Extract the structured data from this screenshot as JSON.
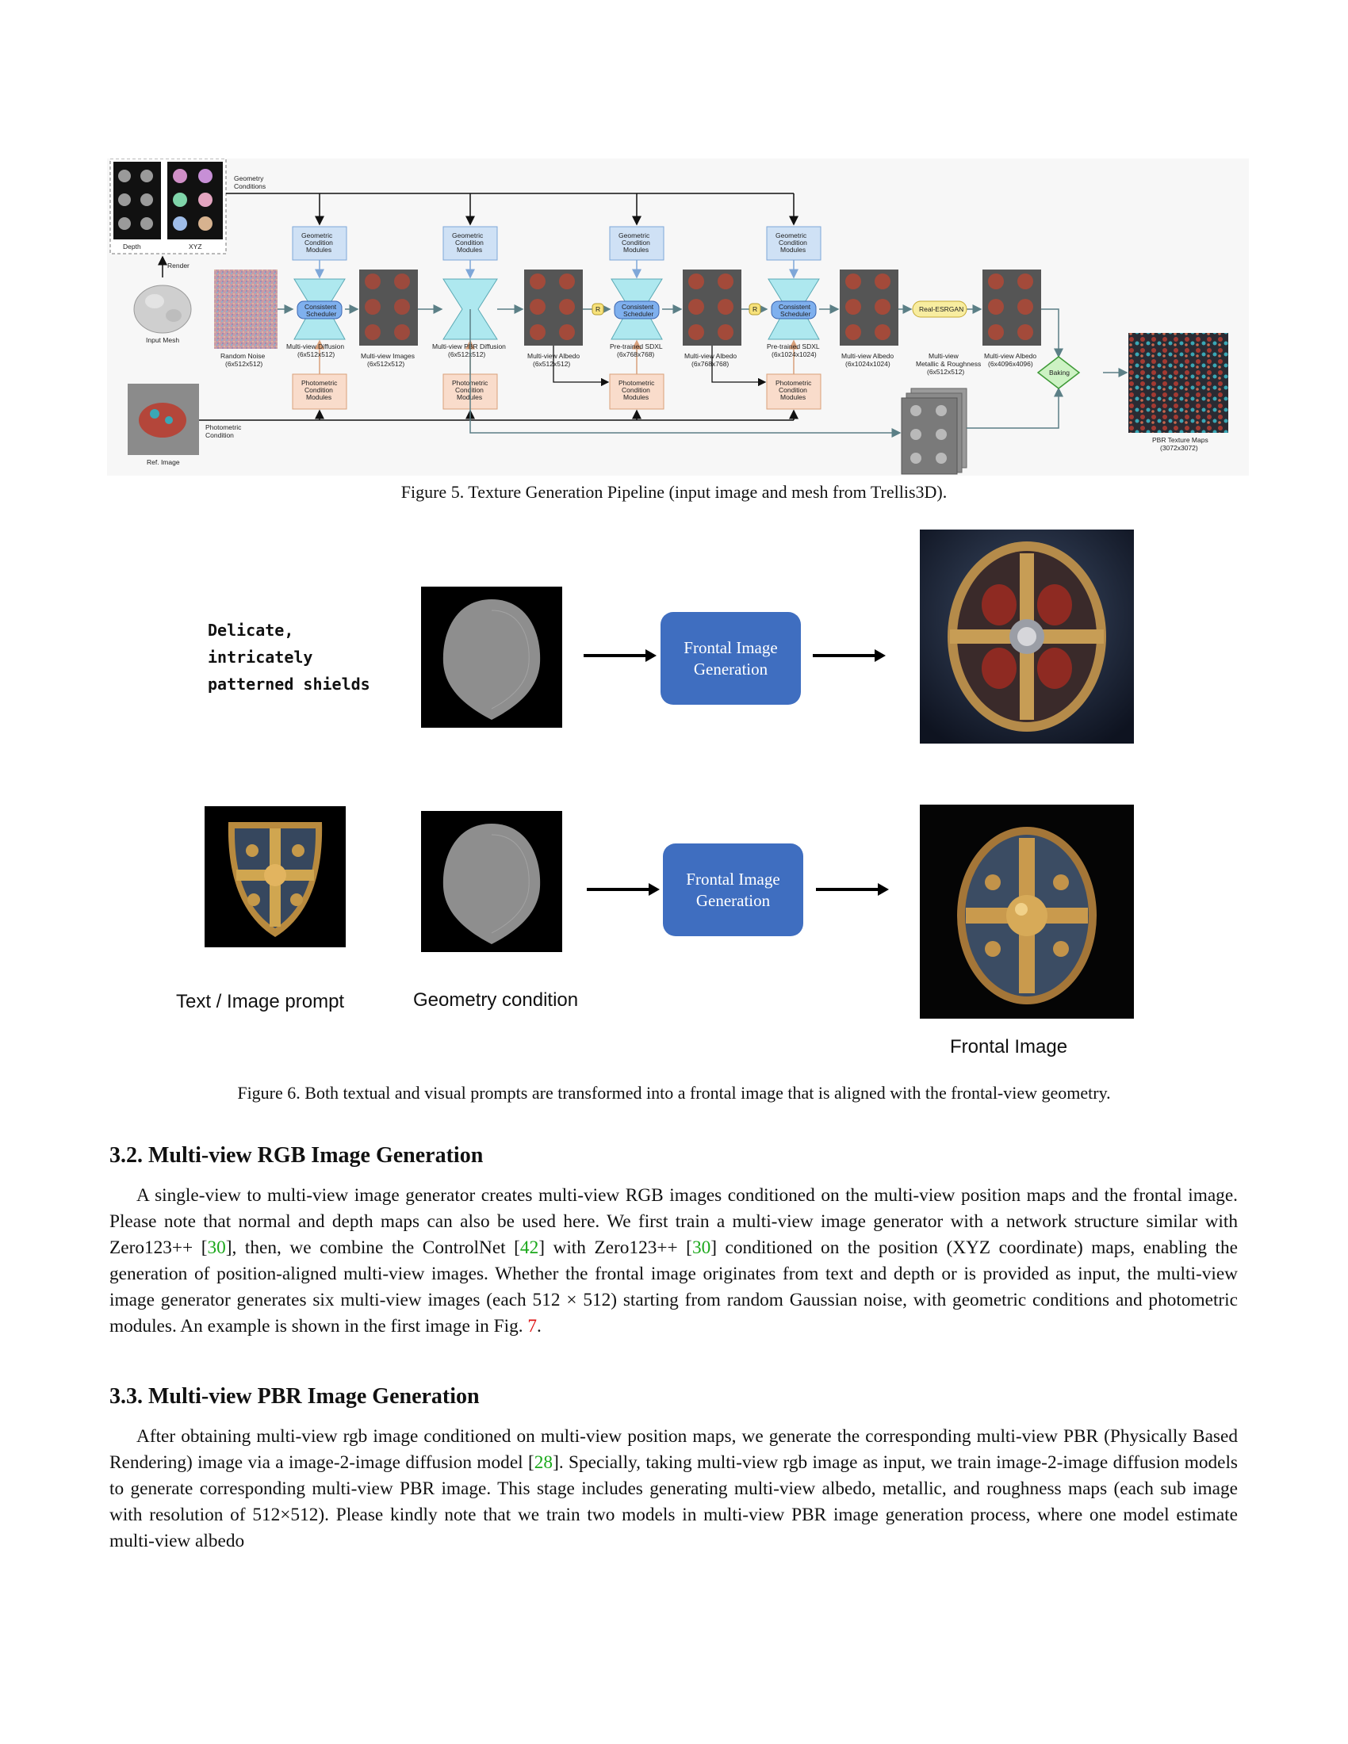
{
  "figure5": {
    "caption": "Figure 5. Texture Generation Pipeline (input image and mesh from Trellis3D).",
    "labels": {
      "geometry_conditions": [
        "Geometry",
        "Conditions"
      ],
      "depth": "Depth",
      "xyz": "XYZ",
      "render": "Render",
      "input_mesh": "Input Mesh",
      "random_noise": [
        "Random Noise",
        "(6x512x512)"
      ],
      "ref_image": "Ref. Image",
      "photometric_condition": [
        "Photometric",
        "Condition"
      ],
      "geo_module": [
        "Geometric",
        "Condition",
        "Modules"
      ],
      "photo_module": [
        "Photometric",
        "Condition",
        "Modules"
      ],
      "scheduler": [
        "Consistent",
        "Scheduler"
      ],
      "mv_diffusion": [
        "Multi-view Diffusion",
        "(6x512x512)"
      ],
      "mv_images": [
        "Multi-view Images",
        "(6x512x512)"
      ],
      "mv_pbr_diffusion": [
        "Multi-view PBR Diffusion",
        "(6x512x512)"
      ],
      "mv_albedo_512": [
        "Multi-view Albedo",
        "(6x512x512)"
      ],
      "sdxl_768": [
        "Pre-trained SDXL",
        "(6x768x768)"
      ],
      "mv_albedo_768": [
        "Multi-view Albedo",
        "(6x768x768)"
      ],
      "sdxl_1024": [
        "Pre-trained SDXL",
        "(6x1024x1024)"
      ],
      "mv_albedo_1024": [
        "Multi-view Albedo",
        "(6x1024x1024)"
      ],
      "real_esrgan": "Real-ESRGAN",
      "mv_metal_rough": [
        "Multi-view",
        "Metallic & Roughness",
        "(6x512x512)"
      ],
      "mv_albedo_4096": [
        "Multi-view Albedo",
        "(6x4096x4096)"
      ],
      "baking": "Baking",
      "pbr_maps": [
        "PBR Texture Maps",
        "(3072x3072)"
      ],
      "r": "R"
    }
  },
  "figure6": {
    "caption": "Figure 6. Both textual and visual prompts are transformed into a frontal image that is aligned with the frontal-view geometry.",
    "prompt_text": [
      "Delicate,",
      "intricately",
      "patterned shields"
    ],
    "box_label": [
      "Frontal Image",
      "Generation"
    ],
    "label_prompt": "Text / Image prompt",
    "label_geometry": "Geometry condition",
    "label_frontal": "Frontal Image"
  },
  "section32": {
    "heading": "3.2. Multi-view RGB Image Generation",
    "t1": "A single-view to multi-view image generator creates multi-view RGB images conditioned on the multi-view position maps and the frontal image. Please note that normal and depth maps can also be used here. We first train a multi-view image generator with a network structure similar with Zero123++ [",
    "c1": "30",
    "t2": "], then, we combine the ControlNet [",
    "c2": "42",
    "t3": "] with Zero123++ [",
    "c3": "30",
    "t4": "] conditioned on the position (XYZ coordinate) maps, enabling the generation of position-aligned multi-view images. Whether the frontal image originates from text and depth or is provided as input, the multi-view image generator generates six multi-view images (each 512 × 512) starting from random Gaussian noise, with geometric conditions and photometric modules. An example is shown in the first image in Fig. ",
    "c4": "7",
    "t5": "."
  },
  "section33": {
    "heading": "3.3. Multi-view PBR Image Generation",
    "t1": "After obtaining multi-view rgb image conditioned on multi-view position maps, we generate the corresponding multi-view PBR (Physically Based Rendering) image via a image-2-image diffusion model [",
    "c1": "28",
    "t2": "]. Specially, taking multi-view rgb image as input, we train image-2-image diffusion models to generate corresponding multi-view PBR image. This stage includes generating multi-view albedo, metallic, and roughness maps (each sub image with resolution of 512×512). Please kindly note that we train two models in multi-view PBR image generation process, where one model estimate multi-view albedo"
  }
}
